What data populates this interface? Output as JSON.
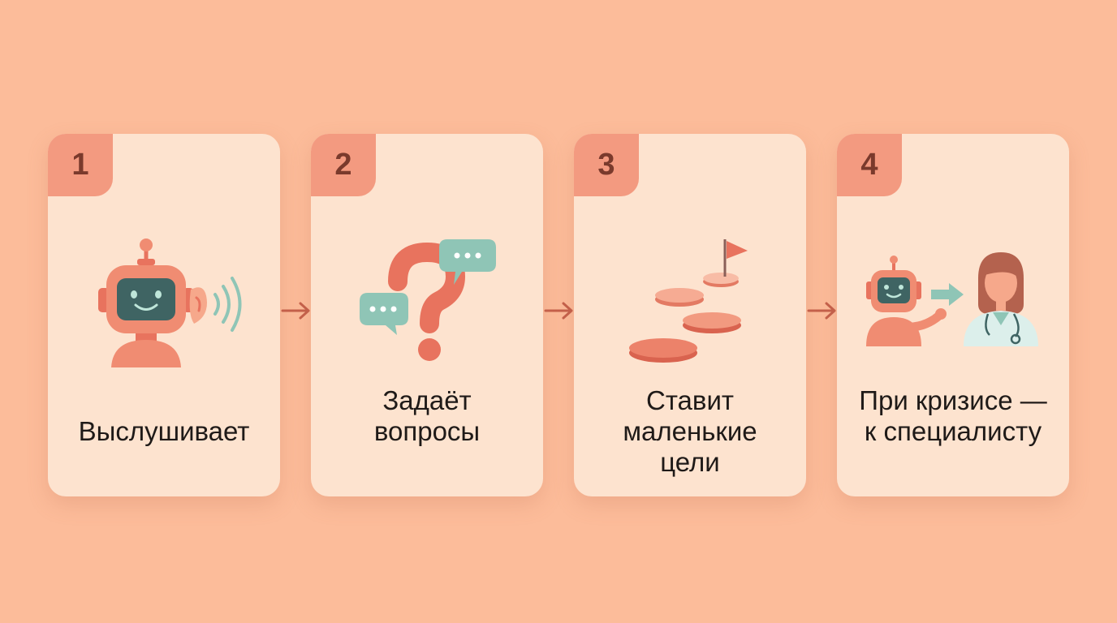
{
  "steps": [
    {
      "number": "1",
      "label_lines": [
        "Выслушивает"
      ],
      "icon": "listening-robot-icon"
    },
    {
      "number": "2",
      "label_lines": [
        "Задаёт",
        "вопросы"
      ],
      "icon": "question-chat-icon"
    },
    {
      "number": "3",
      "label_lines": [
        "Ставит",
        "маленькие",
        "цели"
      ],
      "icon": "stepping-stones-flag-icon"
    },
    {
      "number": "4",
      "label_lines": [
        "При кризисе —",
        "к специалисту"
      ],
      "icon": "robot-refer-doctor-icon"
    }
  ],
  "colors": {
    "background": "#fcbc9a",
    "card": "#fde3cf",
    "badge": "#f39a80",
    "accent": "#e8735e",
    "teal": "#8fc5b6",
    "arrow": "#c4604a"
  }
}
